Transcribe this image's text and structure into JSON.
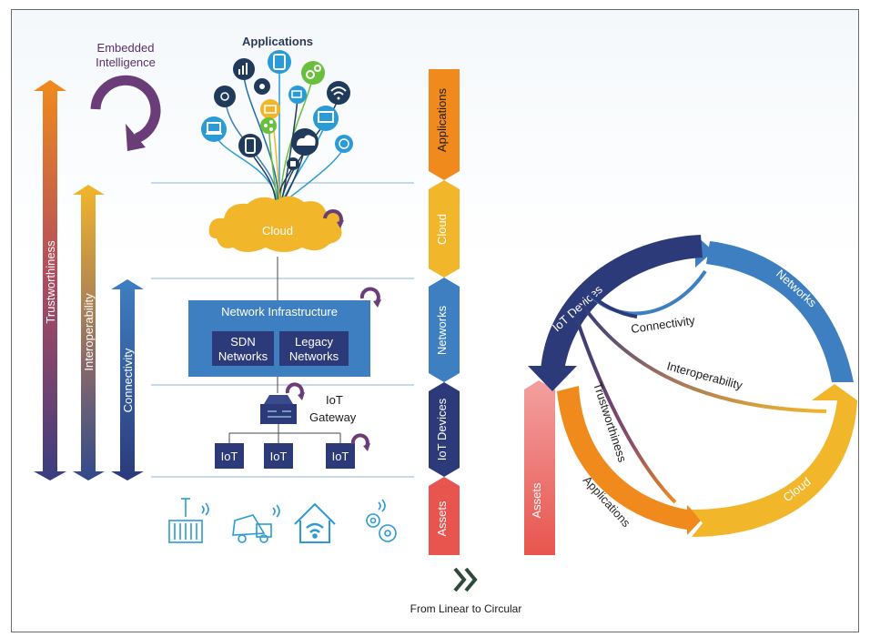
{
  "left": {
    "embedded_intelligence_line1": "Embedded",
    "embedded_intelligence_line2": "Intelligence",
    "applications_title": "Applications",
    "cloud_label": "Cloud",
    "network_infrastructure_label": "Network Infrastructure",
    "sdn_line1": "SDN",
    "sdn_line2": "Networks",
    "legacy_line1": "Legacy",
    "legacy_line2": "Networks",
    "gateway_line1": "IoT",
    "gateway_line2": "Gateway",
    "iot_node_label": "IoT",
    "vertical_arrows": {
      "trustworthiness": "Trustworthiness",
      "interoperability": "Interoperability",
      "connectivity": "Connectivity"
    }
  },
  "layers": {
    "applications": "Applications",
    "cloud": "Cloud",
    "networks": "Networks",
    "iot_devices": "IoT Devices",
    "assets": "Assets"
  },
  "circular": {
    "iot_devices": "IoT Devices",
    "networks": "Networks",
    "cloud": "Cloud",
    "applications": "Applications",
    "assets": "Assets",
    "connectivity": "Connectivity",
    "interoperability": "Interoperability",
    "trustworthiness": "Trustworthiness"
  },
  "footer": {
    "caption": "From Linear to Circular"
  },
  "colors": {
    "orange": "#f08a1c",
    "yellow": "#f2b62b",
    "blue": "#3e7fc1",
    "dark_navy": "#2c3a7a",
    "red": "#e8554e",
    "purple": "#6b3d78",
    "cloud": "#f2b62b"
  },
  "icons": [
    "chart-icon",
    "tablet-icon",
    "gears-icon",
    "wifi-icon",
    "battery-icon",
    "satellite-icon",
    "fan-icon",
    "laptop-icon",
    "card-icon",
    "share-icon",
    "phone-icon",
    "cloud-icon",
    "clock-icon",
    "monitor-icon",
    "container-icon",
    "truck-icon",
    "smart-home-icon",
    "cog-icon",
    "router-icon",
    "double-chevron-icon"
  ]
}
